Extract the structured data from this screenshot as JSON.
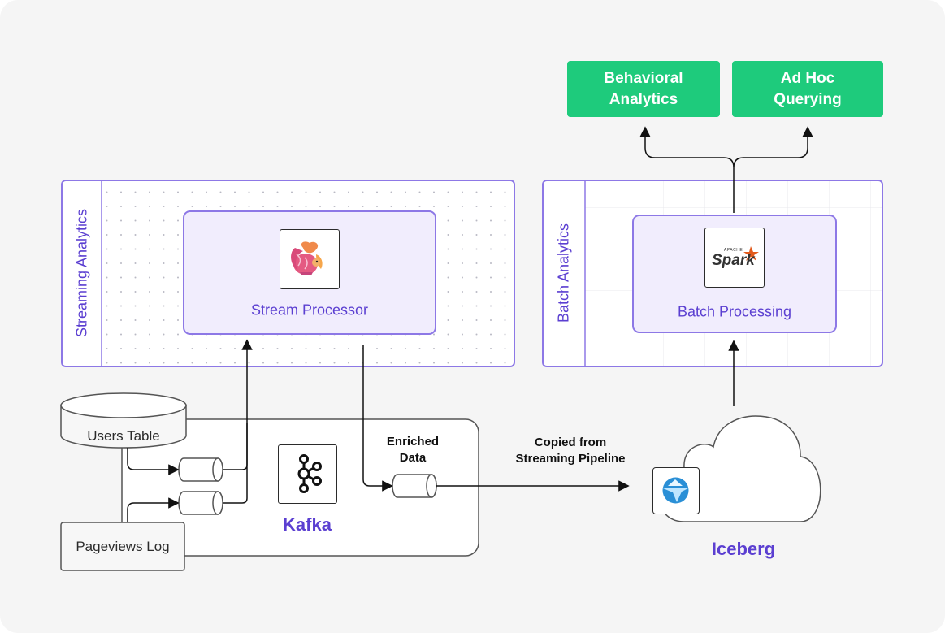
{
  "outputs": {
    "behavioral_analytics": "Behavioral\nAnalytics",
    "ad_hoc_querying": "Ad Hoc\nQuerying"
  },
  "streaming_panel": {
    "title": "Streaming Analytics",
    "processor_label": "Stream Processor",
    "processor_icon": "squirrel-icon"
  },
  "batch_panel": {
    "title": "Batch Analytics",
    "processor_label": "Batch Processing",
    "spark_logo_small": "APACHE",
    "spark_logo_large": "Spark",
    "processor_icon": "spark-logo-icon"
  },
  "sources": {
    "users_table": "Users Table",
    "pageviews_log": "Pageviews Log"
  },
  "kafka": {
    "title": "Kafka",
    "icon": "kafka-icon",
    "enriched_label": "Enriched\nData"
  },
  "copy_label": "Copied from\nStreaming Pipeline",
  "iceberg": {
    "title": "Iceberg",
    "icon": "iceberg-icon"
  },
  "colors": {
    "accent_purple": "#5b3fd1",
    "panel_border": "#8d78e6",
    "output_green": "#1ecb7c",
    "background": "#f5f5f5"
  }
}
